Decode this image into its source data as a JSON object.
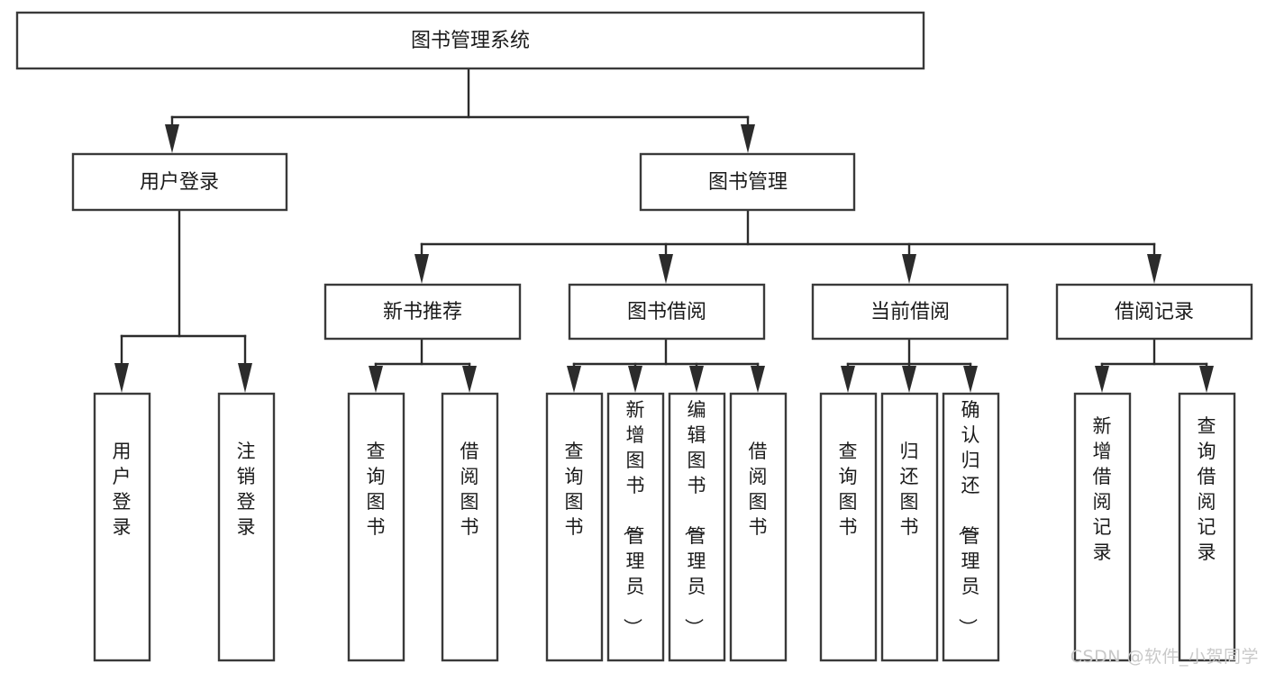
{
  "diagram": {
    "type": "tree-hierarchy",
    "title": "图书管理系统",
    "root": {
      "id": "root",
      "label": "图书管理系统",
      "orientation": "horizontal"
    },
    "level2": [
      {
        "id": "user-login",
        "label": "用户登录",
        "orientation": "horizontal"
      },
      {
        "id": "book-management",
        "label": "图书管理",
        "orientation": "horizontal"
      }
    ],
    "level3": [
      {
        "id": "new-book-recommend",
        "label": "新书推荐",
        "orientation": "horizontal",
        "parent": "book-management"
      },
      {
        "id": "book-borrow",
        "label": "图书借阅",
        "orientation": "horizontal",
        "parent": "book-management"
      },
      {
        "id": "current-borrow",
        "label": "当前借阅",
        "orientation": "horizontal",
        "parent": "book-management"
      },
      {
        "id": "borrow-record",
        "label": "借阅记录",
        "orientation": "horizontal",
        "parent": "book-management"
      }
    ],
    "leaves": [
      {
        "id": "leaf-user-login",
        "label": "用户登录",
        "orientation": "vertical",
        "parent": "user-login"
      },
      {
        "id": "leaf-user-logout",
        "label": "注销登录",
        "orientation": "vertical",
        "parent": "user-login"
      },
      {
        "id": "leaf-query-book-1",
        "label": "查询图书",
        "orientation": "vertical",
        "parent": "new-book-recommend"
      },
      {
        "id": "leaf-borrow-book-1",
        "label": "借阅图书",
        "orientation": "vertical",
        "parent": "new-book-recommend"
      },
      {
        "id": "leaf-query-book-2",
        "label": "查询图书",
        "orientation": "vertical",
        "parent": "book-borrow"
      },
      {
        "id": "leaf-add-book",
        "label": "新增图书（管理员）",
        "orientation": "vertical",
        "parent": "book-borrow"
      },
      {
        "id": "leaf-edit-book",
        "label": "编辑图书（管理员）",
        "orientation": "vertical",
        "parent": "book-borrow"
      },
      {
        "id": "leaf-borrow-book-2",
        "label": "借阅图书",
        "orientation": "vertical",
        "parent": "book-borrow"
      },
      {
        "id": "leaf-query-book-3",
        "label": "查询图书",
        "orientation": "vertical",
        "parent": "current-borrow"
      },
      {
        "id": "leaf-return-book",
        "label": "归还图书",
        "orientation": "vertical",
        "parent": "current-borrow"
      },
      {
        "id": "leaf-confirm-return",
        "label": "确认归还（管理员）",
        "orientation": "vertical",
        "parent": "current-borrow"
      },
      {
        "id": "leaf-add-record",
        "label": "新增借阅记录",
        "orientation": "vertical",
        "parent": "borrow-record"
      },
      {
        "id": "leaf-query-record",
        "label": "查询借阅记录",
        "orientation": "vertical",
        "parent": "borrow-record"
      }
    ],
    "colors": {
      "box_stroke": "#3a3a3a",
      "connector": "#2b2b2b",
      "text": "#1b1b1b",
      "background": "#ffffff",
      "watermark": "#c9c9c9"
    }
  },
  "watermark": {
    "text": "CSDN @软件_小贺同学"
  }
}
